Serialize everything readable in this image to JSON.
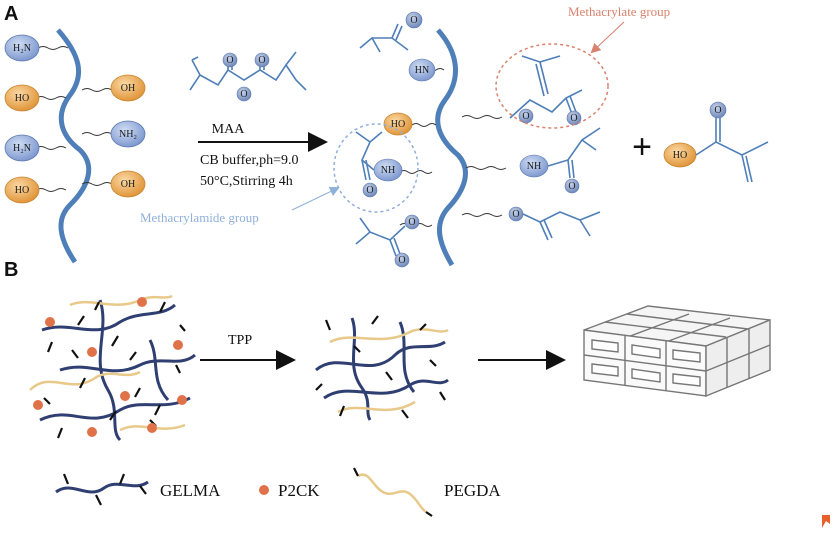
{
  "panels": {
    "a_label": "A",
    "b_label": "B"
  },
  "reaction": {
    "reagent": "MAA",
    "condition_1": "CB buffer,ph=9.0",
    "condition_2": "50°C,Stirring 4h",
    "plus": "+"
  },
  "group_labels": {
    "methacrylate": "Methacrylate group",
    "methacrylamide": "Methacrylamide group"
  },
  "atoms": {
    "h2n": "H₂N",
    "ho": "HO",
    "oh": "OH",
    "nh2": "NH₂",
    "o": "O",
    "hn": "HN",
    "nh": "NH"
  },
  "process": {
    "step_label": "TPP"
  },
  "legend": {
    "gelma": "GELMA",
    "p2ck": "P2CK",
    "pegda": "PEGDA"
  },
  "colors": {
    "backbone_blue": "#4f7fb8",
    "amine_blue": "#8fa8d8",
    "hydroxyl_orange": "#e7a54a",
    "oxygen_blue": "#7d98c8",
    "methacrylate_red": "#d9826d",
    "methacrylamide_blue": "#8fb0d9",
    "gelma_navy": "#2f3f72",
    "pegda_tan": "#e8c98a",
    "p2ck_orange": "#e0724a"
  }
}
